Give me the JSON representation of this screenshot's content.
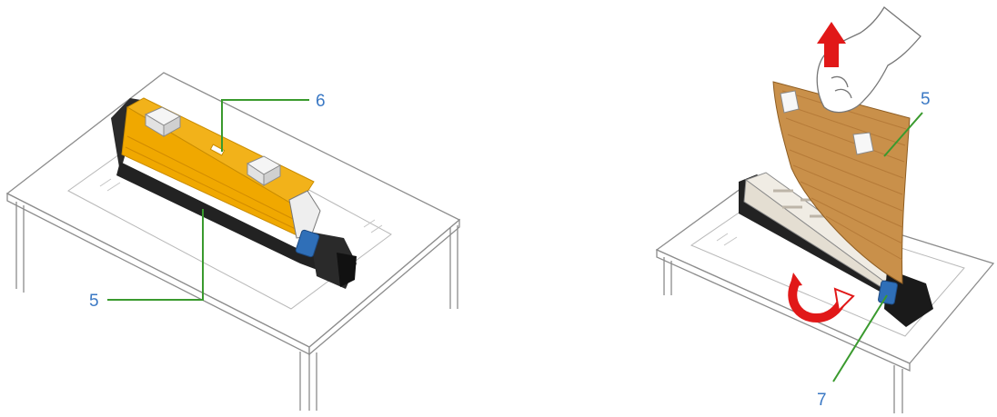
{
  "colors": {
    "leader_line": "#3a9a2e",
    "callout_text": "#3a78c4",
    "protective_sheet": "#f2b21a",
    "peeling_sheet": "#c9904a",
    "table_outline": "#8c8c8c",
    "drum_body": "#222222",
    "blue_lever": "#2f6fb8",
    "arrow_red": "#e11818"
  },
  "left_figure": {
    "callouts": {
      "sheet": "5",
      "tab": "6"
    }
  },
  "right_figure": {
    "callouts": {
      "sheet": "5",
      "lever": "7"
    }
  }
}
